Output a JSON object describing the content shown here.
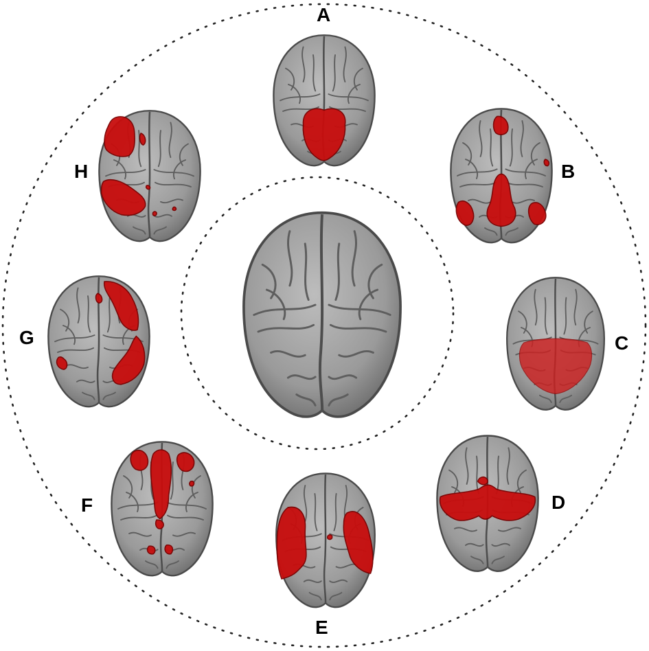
{
  "figure": {
    "background": "#ffffff",
    "ring_color": "#222222",
    "brain_fill": "#9a9a9a",
    "brain_edge": "#4a4a4a",
    "sulcus_color": "#5a5a5a",
    "overlay_color": "#c80d0d",
    "overlay_edge": "#7a0000"
  },
  "center": {
    "name": "center-brain",
    "overlay_icon": "none"
  },
  "panels": [
    {
      "id": "A",
      "label": "A",
      "overlay_icon": "occipital-medial-blob-icon"
    },
    {
      "id": "B",
      "label": "B",
      "overlay_icon": "posterior-cingulate-and-parietal-blobs-icon"
    },
    {
      "id": "C",
      "label": "C",
      "overlay_icon": "posterior-diffuse-blob-icon"
    },
    {
      "id": "D",
      "label": "D",
      "overlay_icon": "bilateral-parietal-blobs-icon"
    },
    {
      "id": "E",
      "label": "E",
      "overlay_icon": "bilateral-lateral-blobs-icon"
    },
    {
      "id": "F",
      "label": "F",
      "overlay_icon": "frontal-medial-blobs-icon"
    },
    {
      "id": "G",
      "label": "G",
      "overlay_icon": "right-lateral-blobs-icon"
    },
    {
      "id": "H",
      "label": "H",
      "overlay_icon": "left-frontal-parietal-blobs-icon"
    }
  ]
}
